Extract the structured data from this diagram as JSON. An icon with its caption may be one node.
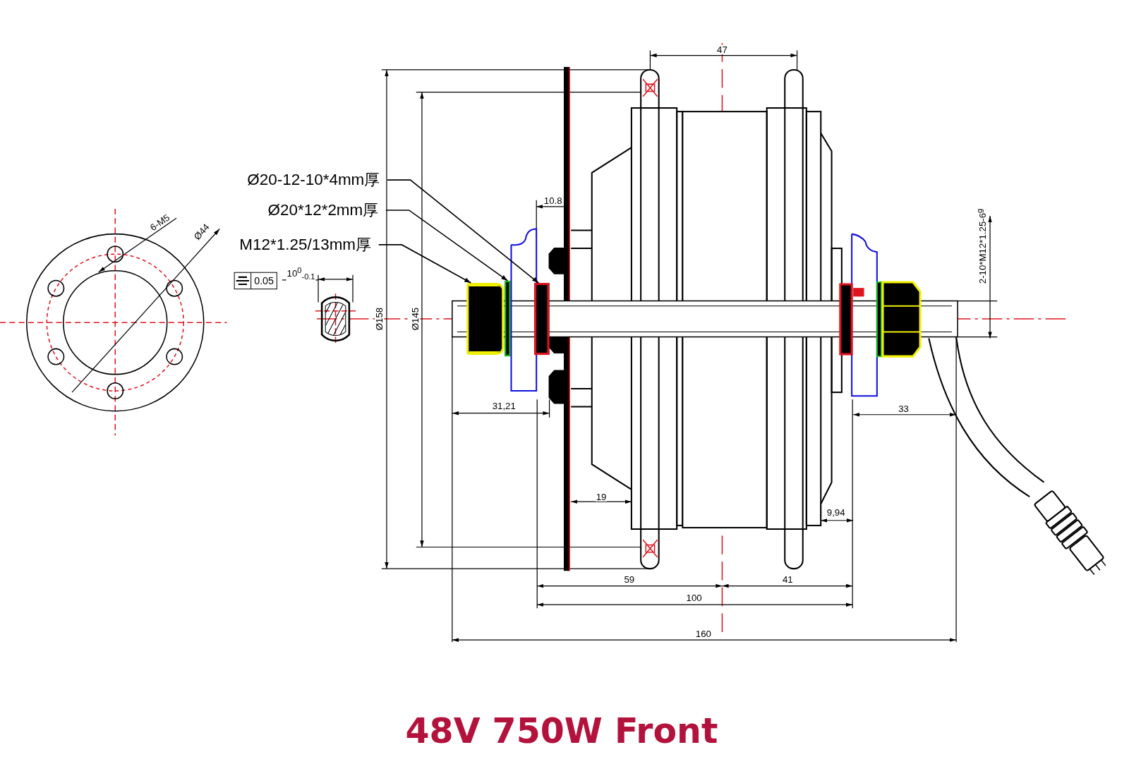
{
  "diagram": {
    "title": "48V 750W Front",
    "nodes": [
      {
        "text": [
          "Ø20-12-10*4mm厚"
        ]
      },
      {
        "text": [
          "Ø20*12*2mm厚"
        ]
      },
      {
        "text": [
          "M12*1.25/13mm厚"
        ]
      },
      {
        "text": [],
        "shape": "nut"
      },
      {
        "text": [],
        "shape": "washer"
      },
      {
        "text": [],
        "shape": "washer"
      }
    ],
    "edges": [
      {
        "from": 0,
        "to": 5,
        "arrow": "to"
      },
      {
        "from": 1,
        "to": 4,
        "arrow": "to"
      },
      {
        "from": 2,
        "to": 3,
        "arrow": "to"
      }
    ],
    "labels": [
      "47",
      "10.8",
      "6-M5",
      "Ø44",
      "2-10*M12*1.25-6$^{g}$",
      "0.05",
      "10$^{0}$$_{-0.1}$",
      "Ø158",
      "Ø145",
      "31,21",
      "33",
      "19",
      "9,94",
      "59",
      "41",
      "100",
      "160"
    ]
  }
}
